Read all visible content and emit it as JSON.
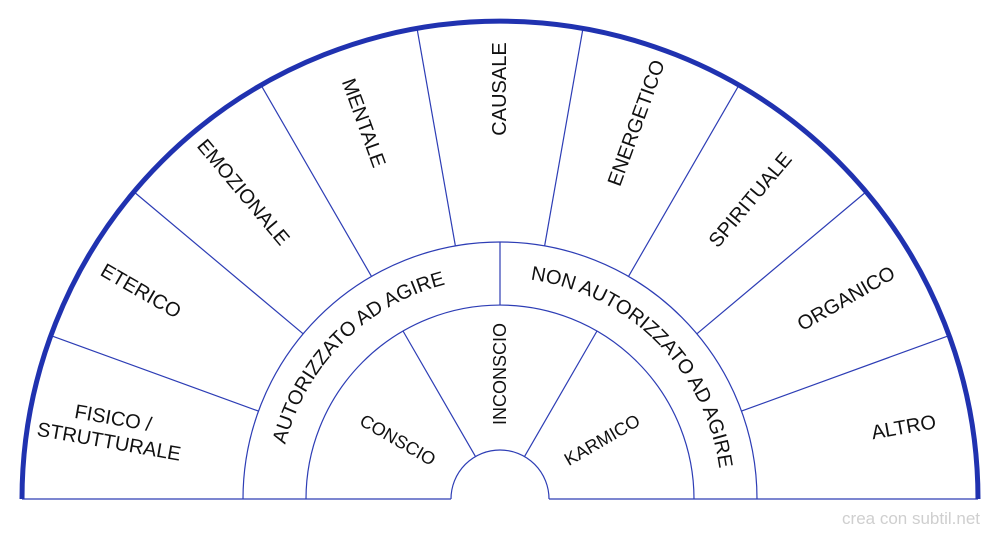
{
  "colors": {
    "outer_arc": "#2032b0",
    "lines": "#2d3db5",
    "text": "#111111",
    "watermark": "#cfcfcf"
  },
  "outer_sectors": [
    "FISICO / STRUTTURALE",
    "ETERICO",
    "EMOZIONALE",
    "MENTALE",
    "CAUSALE",
    "ENERGETICO",
    "SPIRITUALE",
    "ORGANICO",
    "ALTRO"
  ],
  "middle_sectors": [
    "AUTORIZZATO AD AGIRE",
    "NON AUTORIZZATO AD AGIRE"
  ],
  "inner_sectors": [
    "CONSCIO",
    "INCONSCIO",
    "KARMICO"
  ],
  "watermark": "crea con subtil.net"
}
